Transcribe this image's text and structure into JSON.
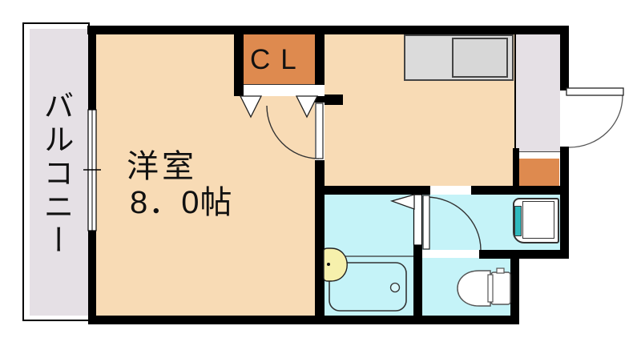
{
  "meta": {
    "type": "floor-plan"
  },
  "labels": {
    "balcony": "バルコニー",
    "main_room_name": "洋室",
    "main_room_size": "8．0帖",
    "closet": "CL"
  },
  "palette": {
    "wall": "#000000",
    "room_floor": "#F8DBB5",
    "closet_fill": "#DE8A4F",
    "genkan_fill": "#DE8A4F",
    "balcony_floor": "#E5E0E5",
    "hallway_floor": "#E5E0E5",
    "wet_area_floor": "#C5F3F8",
    "counter_fill": "#DBDBDB",
    "sink_fill": "#D7D7D7",
    "basin_fill": "#F6F0AC",
    "faucet_teal": "#2FB9BE",
    "fixture_outline": "#333333"
  },
  "fixtures": [
    {
      "name": "kitchen-counter"
    },
    {
      "name": "kitchen-sink"
    },
    {
      "name": "entrance-door"
    },
    {
      "name": "room-door"
    },
    {
      "name": "closet-folding-door"
    },
    {
      "name": "bathroom-folding-door"
    },
    {
      "name": "toilet-door"
    },
    {
      "name": "sliding-window"
    },
    {
      "name": "washing-machine-pan"
    },
    {
      "name": "washbasin"
    },
    {
      "name": "bathtub"
    },
    {
      "name": "toilet"
    }
  ]
}
